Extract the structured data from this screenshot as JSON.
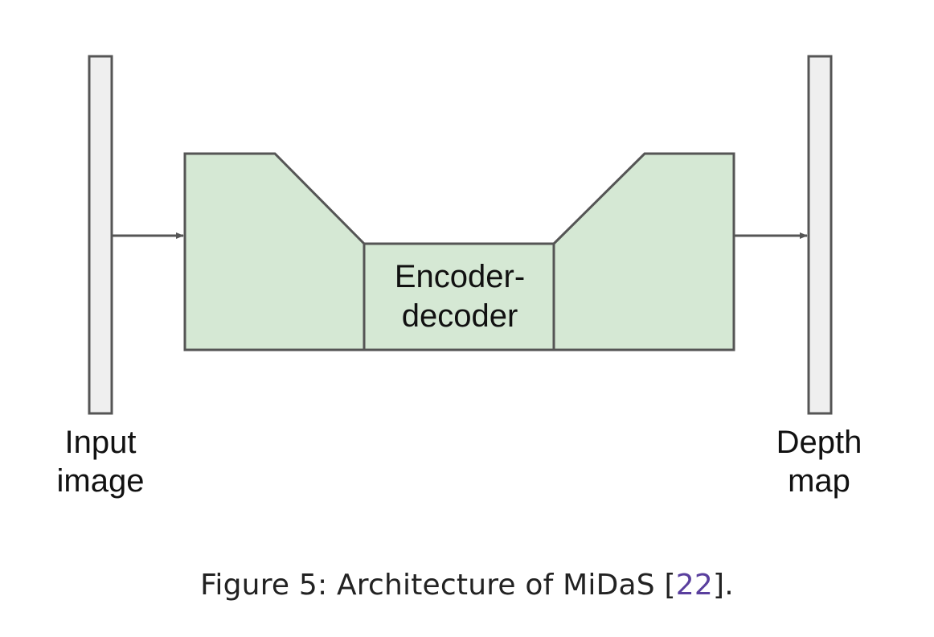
{
  "diagram": {
    "input_label_line1": "Input",
    "input_label_line2": "image",
    "output_label_line1": "Depth",
    "output_label_line2": "map",
    "center_label_line1": "Encoder-",
    "center_label_line2": "decoder"
  },
  "caption": {
    "prefix": "Figure 5: Architecture of MiDaS ",
    "open_bracket": "[",
    "ref": "22",
    "close_bracket": "].",
    "ref_color": "#5a3f9e"
  },
  "colors": {
    "block_fill": "#d5e8d4",
    "block_stroke": "#555555",
    "bar_fill": "#efefef",
    "arrow": "#555555"
  }
}
